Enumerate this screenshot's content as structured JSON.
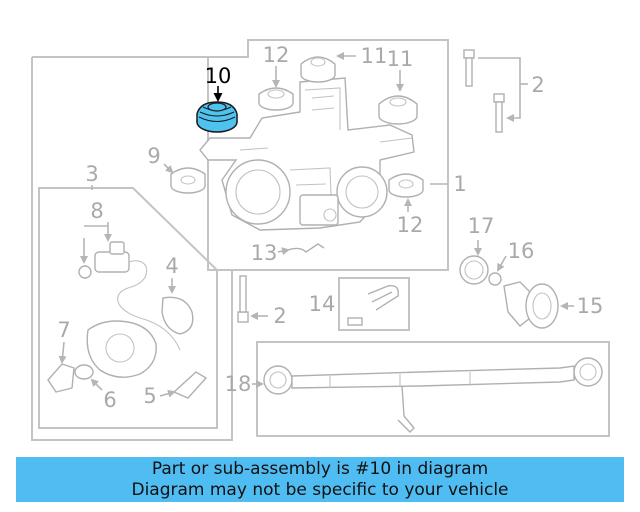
{
  "diagram": {
    "highlighted_part": "10",
    "callouts": {
      "c10": "10",
      "c12a": "12",
      "c11a": "11",
      "c11b": "11",
      "c2a": "2",
      "c9": "9",
      "c1": "1",
      "c12b": "12",
      "c3": "3",
      "c8": "8",
      "c4": "4",
      "c17": "17",
      "c16": "16",
      "c13": "13",
      "c2b": "2",
      "c14": "14",
      "c15": "15",
      "c7": "7",
      "c6": "6",
      "c5": "5",
      "c18": "18"
    },
    "highlight_color": "#4fc3f0"
  },
  "banner": {
    "line1": "Part or sub-assembly is #10 in diagram",
    "line2": "Diagram may not be specific to your vehicle",
    "color": "#4fbcf2"
  }
}
